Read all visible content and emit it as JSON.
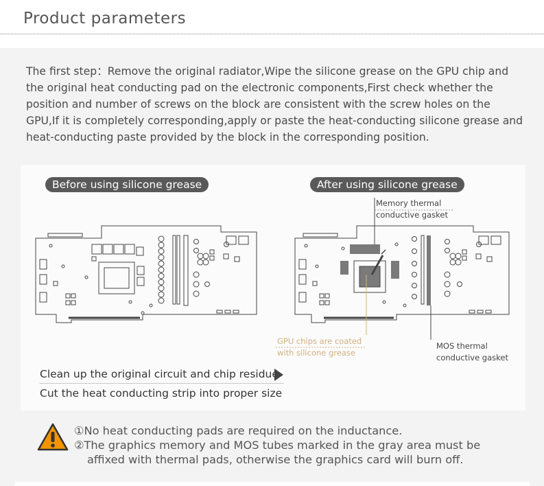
{
  "header": {
    "title": "Product parameters"
  },
  "intro": "The first step：Remove the original radiator,Wipe the silicone grease on the GPU chip and the original heat conducting pad on the electronic components,First check whether the position and number of screws on the block are consistent with the screw holes on the GPU,If it is completely corresponding,apply or paste the heat-conducting silicone grease and heat-conducting paste provided by the block in the corresponding position.",
  "figure": {
    "before_label": "Before using silicone grease",
    "after_label": "After using silicone grease",
    "memory_callout_1": "Memory thermal",
    "memory_callout_2": "conductive gasket",
    "gpu_callout_1": "GPU chips are coated",
    "gpu_callout_2": "with silicone grease",
    "mos_callout_1": "MOS thermal",
    "mos_callout_2": "conductive gasket",
    "step_1": "Clean up the original circuit and chip residue",
    "step_2": "Cut the heat conducting strip into proper size"
  },
  "notes": {
    "note_1": "①No heat conducting pads are required on the inductance.",
    "note_2a": "②The graphics memory and MOS tubes marked in the gray area must be",
    "note_2b": "affixed with thermal pads, otherwise the graphics card will burn off."
  },
  "colors": {
    "panel": "#f3f3f3",
    "pill": "#595959",
    "gpu_callout": "#d2b080",
    "warning": "#f29400",
    "thermal_pad": "#7a7a7a"
  },
  "icons": [
    "warning-icon",
    "play-icon"
  ]
}
